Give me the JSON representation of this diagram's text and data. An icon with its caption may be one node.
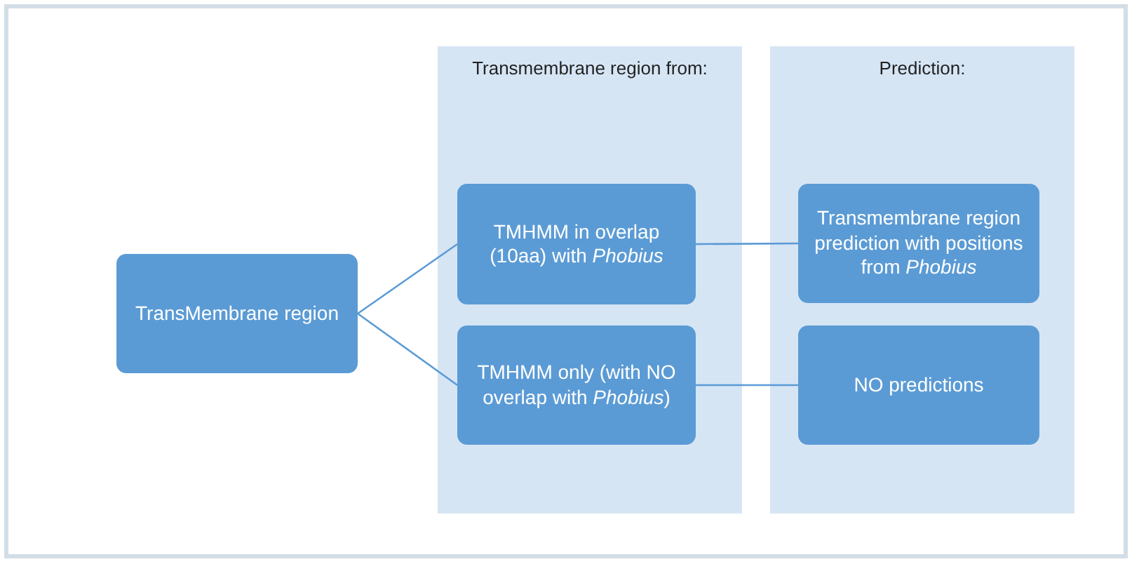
{
  "diagram": {
    "nodes": [
      {
        "text": [
          "Transmembrane region from:"
        ]
      },
      {
        "text": [
          "Prediction:"
        ]
      },
      {
        "text": [
          "TransMembrane region"
        ]
      },
      {
        "text": [
          "TMHMM in overlap (10aa) with *Phobius*"
        ],
        "in": 0
      },
      {
        "text": [
          "TMHMM only (with NO overlap with *Phobius*)"
        ],
        "in": 0
      },
      {
        "text": [
          "Transmembrane region prediction with positions from *Phobius*"
        ],
        "in": 1
      },
      {
        "text": [
          "NO predictions"
        ],
        "in": 1
      }
    ],
    "edges": [
      {
        "from": 2,
        "to": 3,
        "arrow": "none"
      },
      {
        "from": 2,
        "to": 4,
        "arrow": "none"
      },
      {
        "from": 3,
        "to": 5,
        "arrow": "none"
      },
      {
        "from": 4,
        "to": 6,
        "arrow": "none"
      }
    ]
  }
}
